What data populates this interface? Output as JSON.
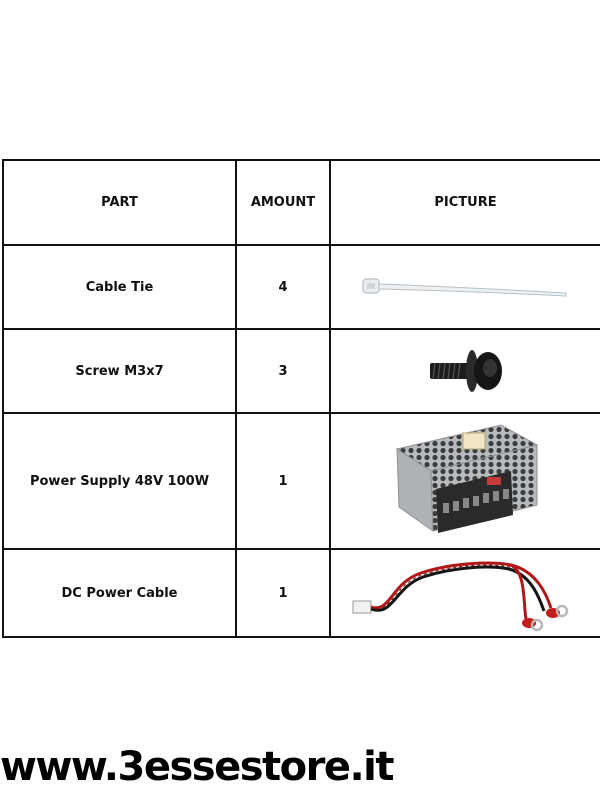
{
  "table": {
    "headers": {
      "part": "PART",
      "amount": "AMOUNT",
      "picture": "PICTURE"
    },
    "rows": [
      {
        "part": "Cable Tie",
        "amount": "4",
        "picture_icon": "cable-tie-image"
      },
      {
        "part": "Screw M3x7",
        "amount": "3",
        "picture_icon": "screw-image"
      },
      {
        "part": "Power Supply 48V 100W",
        "amount": "1",
        "picture_icon": "power-supply-image"
      },
      {
        "part": "DC Power Cable",
        "amount": "1",
        "picture_icon": "dc-power-cable-image"
      }
    ]
  },
  "footer": {
    "website": "www.3essestore.it"
  }
}
